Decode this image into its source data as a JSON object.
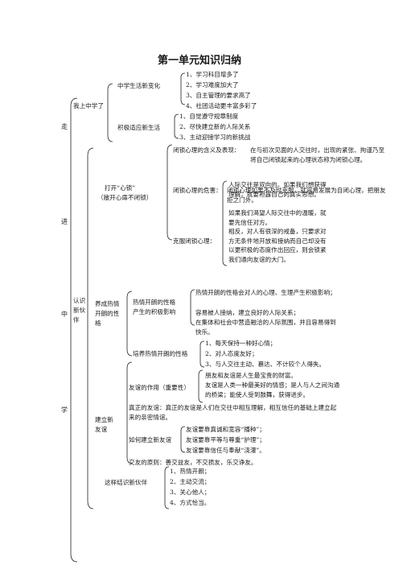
{
  "title": "第一单元知识归纳",
  "side_chars": [
    "走",
    "进",
    "中",
    "学"
  ],
  "s1": {
    "label": "我上中学了",
    "g1": {
      "label": "中学生活新变化",
      "items": [
        "1、学习科目增多了",
        "2、学习难度加大了",
        "3、自主管理的要求高了",
        "4、社团活动更丰富多彩了"
      ]
    },
    "g2": {
      "label": "积极适应新生活",
      "items": [
        "1、自觉遵守规章制度",
        "2、尽快建立新的人际关系",
        "3、主动迎接学习的新挑战"
      ]
    }
  },
  "s2": {
    "label_lines": [
      "认识",
      "新伙",
      "伴"
    ],
    "open_lock": {
      "label": "打开“心锁”",
      "sublabel": "（敞开心扉不闭锁）",
      "meaning_label": "闭锁心理的含义及表现：",
      "meaning_text": "在与初次见面的人交往时，出现的紧张、拘谨乃至将自己闭锁起来的心理状态称为闭锁心理。",
      "harm_label": "闭锁心理的危害：",
      "harm_text": "闭锁心理如果不及时克服，就容易发展为自闭心理，把朋友拒之门外。",
      "overcome_label": "克服闭锁心理：",
      "overcome_1": "人际交往是双向的。如果我们想获得理解，就要袒露自己的真实思想。",
      "overcome_2": "如果我们渴望人际交往中的温暖，就要先信任对方。",
      "overcome_3": "相反，对人有很深的戒备，只要求对方无条件地开放和接纳而自己却没有以更积极的态度作出回应，则会锁紧我们通向友谊的大门。"
    },
    "cheerful": {
      "label_lines": [
        "养成热情",
        "开朗的性",
        "格"
      ],
      "impact_lines": [
        "热情开朗的性格",
        "产生的积极影响"
      ],
      "impact_1": "热情开朗的性格会对人的心理、生理产生积极影响；",
      "impact_2": "容易被人接纳，建立良好的人际关系；",
      "impact_3": "在集体和社会中营造融洽的人际氛围，并且容易得到快乐。",
      "cultivate_label": "培养热情开朗的性格",
      "cultivate_items": [
        "1、每天保持一种好心情；",
        "2、对人态度友好；",
        "3、与人交往主动、慕达、不计较个人得失。"
      ]
    },
    "friendship": {
      "label_lines": [
        "建立新",
        "友谊"
      ],
      "role_label": "友谊的作用（重要性）",
      "role_1": "朋友和友谊是人生最宝贵的财富。",
      "role_2": "友谊是人类一种最美好的情感；是人与人之间沟通的桥梁；能使人受到鼓舞，获得进步。",
      "true_text": "真正的友谊：真正的友谊是人们在交往中相互理解，相互信任的基础上建立起来的亲密情谊。",
      "how_label": "如何建立新友谊",
      "how_items": [
        "友谊要靠真诚和宽容“播种”；",
        "友谊要靠平等与尊重“护理”；",
        "友谊要靠信任与奉献“浇灌”。"
      ],
      "principle_text": "交友的原则：善交益友，不交损友，乐交诤友。"
    },
    "make_friends": {
      "label": "这样结识新伙伴",
      "items": [
        "1、热情开朗；",
        "2、主动交流；",
        "3、关心他人；",
        "4、方式恰当。"
      ]
    }
  }
}
